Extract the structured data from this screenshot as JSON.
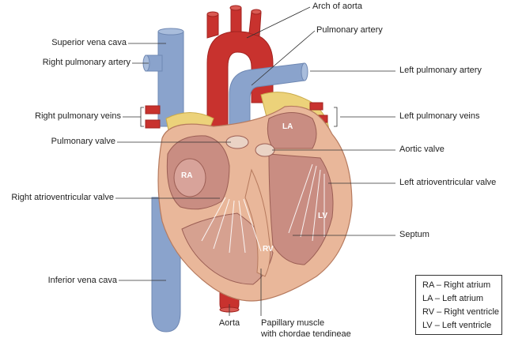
{
  "labels": {
    "superior_vena_cava": "Superior vena cava",
    "right_pulmonary_artery": "Right pulmonary artery",
    "right_pulmonary_veins": "Right pulmonary veins",
    "pulmonary_valve": "Pulmonary valve",
    "right_atrioventricular_valve": "Right atrioventricular valve",
    "inferior_vena_cava": "Inferior vena cava",
    "aorta": "Aorta",
    "papillary_muscle_line1": "Papillary muscle",
    "papillary_muscle_line2": "with chordae tendineae",
    "arch_of_aorta": "Arch of aorta",
    "pulmonary_artery": "Pulmonary artery",
    "left_pulmonary_artery": "Left pulmonary artery",
    "left_pulmonary_veins": "Left pulmonary veins",
    "aortic_valve": "Aortic valve",
    "left_atrioventricular_valve": "Left atrioventricular valve",
    "septum": "Septum"
  },
  "chambers": {
    "ra": "RA",
    "la": "LA",
    "rv": "RV",
    "lv": "LV"
  },
  "legend": [
    "RA – Right atrium",
    "LA – Left atrium",
    "RV – Right ventricle",
    "LV – Left ventricle"
  ],
  "colors": {
    "vein_blue": "#8aa3cc",
    "artery_red": "#c8322e",
    "myocardium": "#e9b79a",
    "chamber_interior": "#c98d82",
    "fat_yellow": "#ecd27a"
  }
}
